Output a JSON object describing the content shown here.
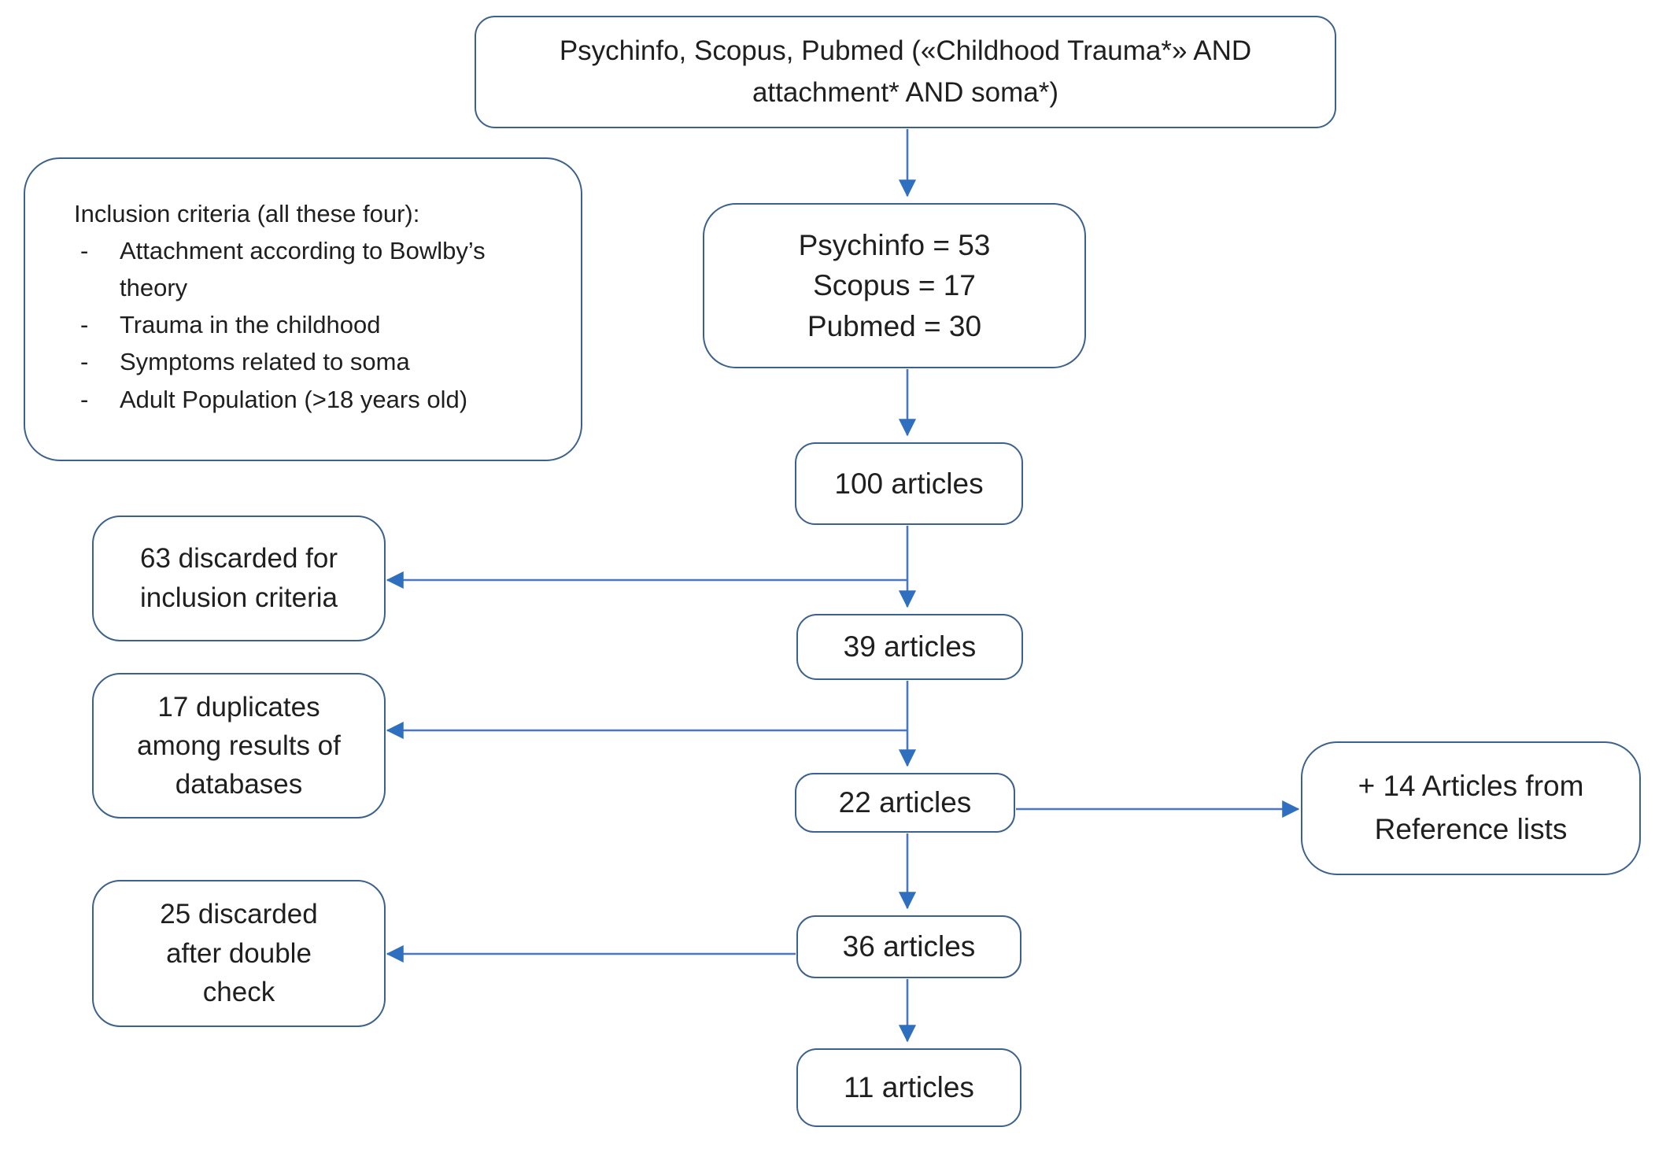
{
  "colors": {
    "background": "#ffffff",
    "box_border": "#3b618c",
    "arrow": "#4a77c4",
    "arrow_head": "#2e6fc0",
    "text": "#1f1f1f"
  },
  "boxes": {
    "search_query": {
      "text": "Psychinfo, Scopus, Pubmed («Childhood Trauma*» AND attachment* AND soma*)"
    },
    "inclusion_criteria": {
      "title": "Inclusion criteria (all these four):",
      "bullet": "-",
      "items": [
        "Attachment according to Bowlby’s theory",
        "Trauma in the childhood",
        "Symptoms related to soma",
        "Adult Population (>18 years old)"
      ]
    },
    "database_counts": {
      "lines": [
        "Psychinfo = 53",
        "Scopus = 17",
        "Pubmed = 30"
      ]
    },
    "articles_100": {
      "text": "100 articles"
    },
    "discarded_63": {
      "text": "63 discarded for inclusion criteria"
    },
    "articles_39": {
      "text": "39 articles"
    },
    "duplicates_17": {
      "text": "17 duplicates among results of databases"
    },
    "articles_22": {
      "text": "22 articles"
    },
    "reference_lists_14": {
      "text": "+ 14 Articles from Reference lists"
    },
    "discarded_25": {
      "text": "25 discarded after double check"
    },
    "articles_36": {
      "text": "36 articles"
    },
    "articles_11": {
      "text": "11 articles"
    }
  }
}
